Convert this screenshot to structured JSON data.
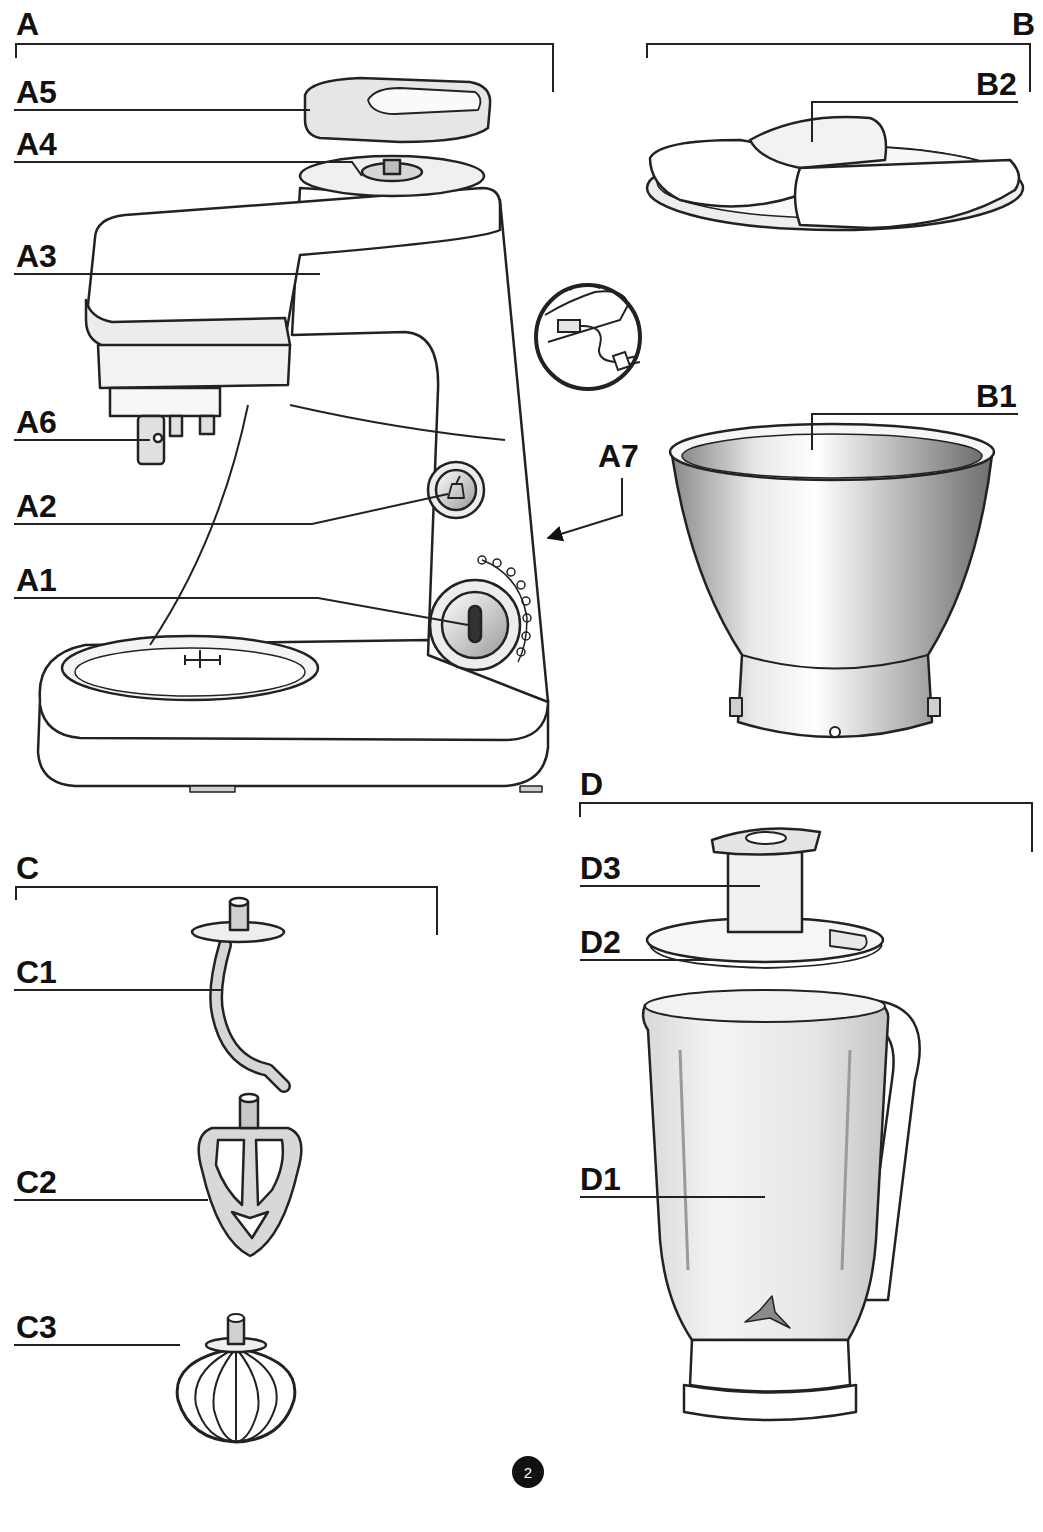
{
  "diagram": {
    "nodes": [
      {
        "text": [
          "2"
        ]
      }
    ],
    "labels": [
      "A",
      "A5",
      "A4",
      "A3",
      "A6",
      "A2",
      "A1",
      "A7",
      "B",
      "B2",
      "B1",
      "C",
      "C1",
      "C2",
      "C3",
      "D",
      "D3",
      "D2",
      "D1"
    ]
  }
}
